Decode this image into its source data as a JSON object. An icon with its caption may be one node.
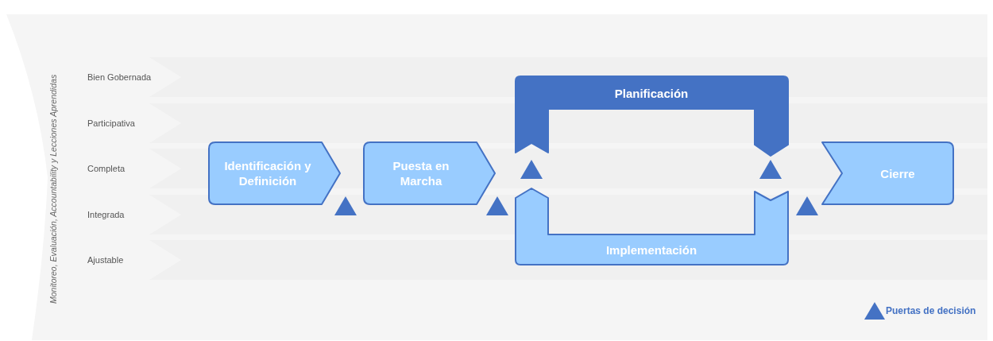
{
  "diagram": {
    "nodes": [
      {
        "text": [
          "Monitoreo, Evaluación, Accountability y Lecciones Aprendidas"
        ]
      },
      {
        "text": [
          "Bien Gobernada"
        ],
        "in": 0
      },
      {
        "text": [
          "Participativa"
        ],
        "in": 0
      },
      {
        "text": [
          "Completa"
        ],
        "in": 0
      },
      {
        "text": [
          "Integrada"
        ],
        "in": 0
      },
      {
        "text": [
          "Ajustable"
        ],
        "in": 0
      },
      {
        "text": [
          "Identificación  y Definición"
        ],
        "in": 0
      },
      {
        "text": [
          "Puesta en Marcha"
        ],
        "in": 0
      },
      {
        "text": [
          "Planificación"
        ],
        "in": 0
      },
      {
        "text": [
          "Implementación"
        ],
        "in": 0
      },
      {
        "text": [
          "Cierre"
        ],
        "in": 0
      },
      {
        "text": [],
        "shape": "triangle",
        "in": 0
      },
      {
        "text": [],
        "shape": "triangle",
        "in": 0
      },
      {
        "text": [],
        "shape": "triangle",
        "in": 0
      },
      {
        "text": [],
        "shape": "triangle",
        "in": 0
      },
      {
        "text": [],
        "shape": "triangle",
        "in": 0
      }
    ],
    "edges": [],
    "legend": [
      {
        "text": "Puertas de decisión"
      }
    ]
  }
}
